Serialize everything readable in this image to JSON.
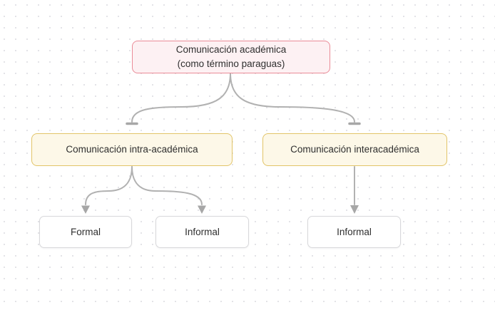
{
  "diagram": {
    "type": "flowchart",
    "nodes": {
      "academica": {
        "lines": [
          "Comunicación académica",
          "(como término paraguas)"
        ],
        "style": "pink"
      },
      "intra": {
        "label": "Comunicación intra-académica",
        "style": "yellow"
      },
      "inter": {
        "label": "Comunicación interacadémica",
        "style": "yellow"
      },
      "formal": {
        "label": "Formal",
        "style": "plain"
      },
      "informal_left": {
        "label": "Informal",
        "style": "plain"
      },
      "informal_right": {
        "label": "Informal",
        "style": "plain"
      }
    },
    "edges": [
      {
        "from": "academica",
        "to": "intra",
        "terminator": "tee"
      },
      {
        "from": "academica",
        "to": "inter",
        "terminator": "tee"
      },
      {
        "from": "intra",
        "to": "formal",
        "terminator": "arrow"
      },
      {
        "from": "intra",
        "to": "informal_left",
        "terminator": "arrow"
      },
      {
        "from": "inter",
        "to": "informal_right",
        "terminator": "arrow"
      }
    ],
    "colors": {
      "pink_border": "#ea8b97",
      "pink_fill": "#fdf1f3",
      "yellow_border": "#e2c468",
      "yellow_fill": "#fdf8e8",
      "plain_border": "#d8d8db",
      "plain_fill": "#ffffff",
      "connector": "#b1b1b1",
      "terminator": "#a7a7a7",
      "text": "#2f2f2f",
      "background_dot": "#e3e3e7"
    }
  }
}
